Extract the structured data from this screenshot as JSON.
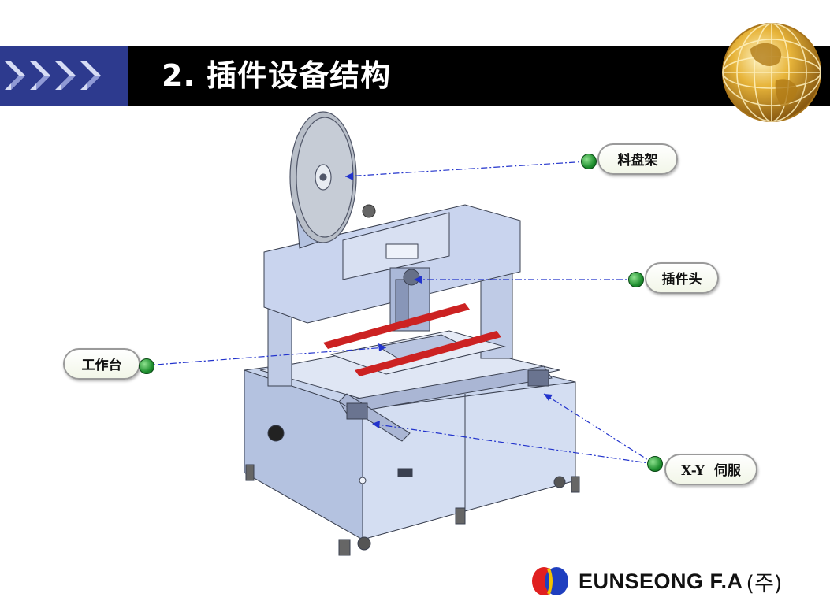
{
  "header": {
    "title": "2. 插件设备结构",
    "band_color": "#000000",
    "chevron_bg_color": "#2d3a8e",
    "chevron_icon": "chevrons-right-icon",
    "globe_icon": "gold-globe-icon"
  },
  "callouts": {
    "reel_rack": "料盘架",
    "insert_head": "插件头",
    "worktable": "工作台",
    "xy_servo": "X-Y  伺服"
  },
  "colors": {
    "leader_line": "#2233cc",
    "callout_dot": "#1f8f2f",
    "rails": "#cc2222",
    "machine_body": "#c8d4ec"
  },
  "brand": {
    "name": "EUNSEONG F.A",
    "suffix": "(주)",
    "logo_icon": "eunseong-logo-icon"
  }
}
